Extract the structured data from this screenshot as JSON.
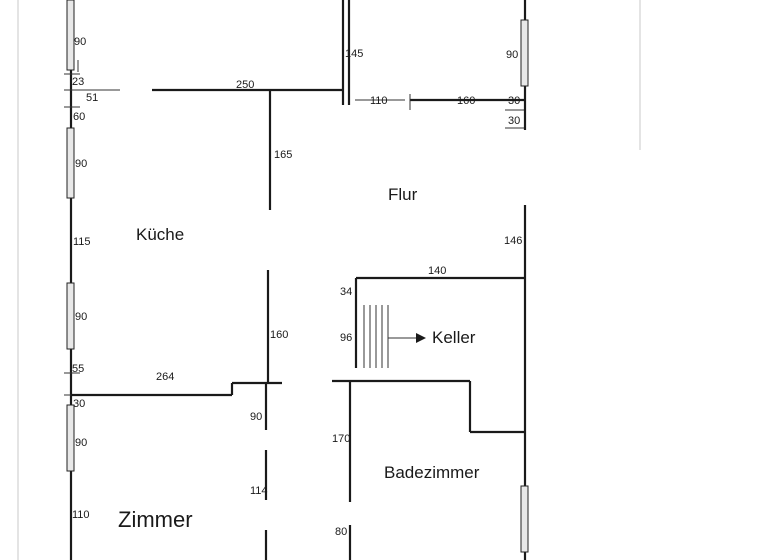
{
  "rooms": {
    "kueche": "Küche",
    "flur": "Flur",
    "keller": "Keller",
    "badezimmer": "Badezimmer",
    "zimmer": "Zimmer"
  },
  "dimensions": {
    "left_90_top": "90",
    "left_23": "23",
    "left_51": "51",
    "left_60": "60",
    "left_90_b": "90",
    "left_115": "115",
    "left_90_c": "90",
    "left_55": "55",
    "left_30": "30",
    "left_90_d": "90",
    "left_110": "110",
    "top_250": "250",
    "top_145": "145",
    "top_110": "110",
    "top_160": "160",
    "right_30_a": "30",
    "right_30_b": "30",
    "right_90": "90",
    "kitchen_165": "165",
    "flur_146": "146",
    "flur_140": "140",
    "stair_34": "34",
    "stair_96": "96",
    "kitchen_160": "160",
    "zimmer_264": "264",
    "mid_90": "90",
    "mid_114": "114",
    "bath_170": "170",
    "bath_80": "80"
  }
}
